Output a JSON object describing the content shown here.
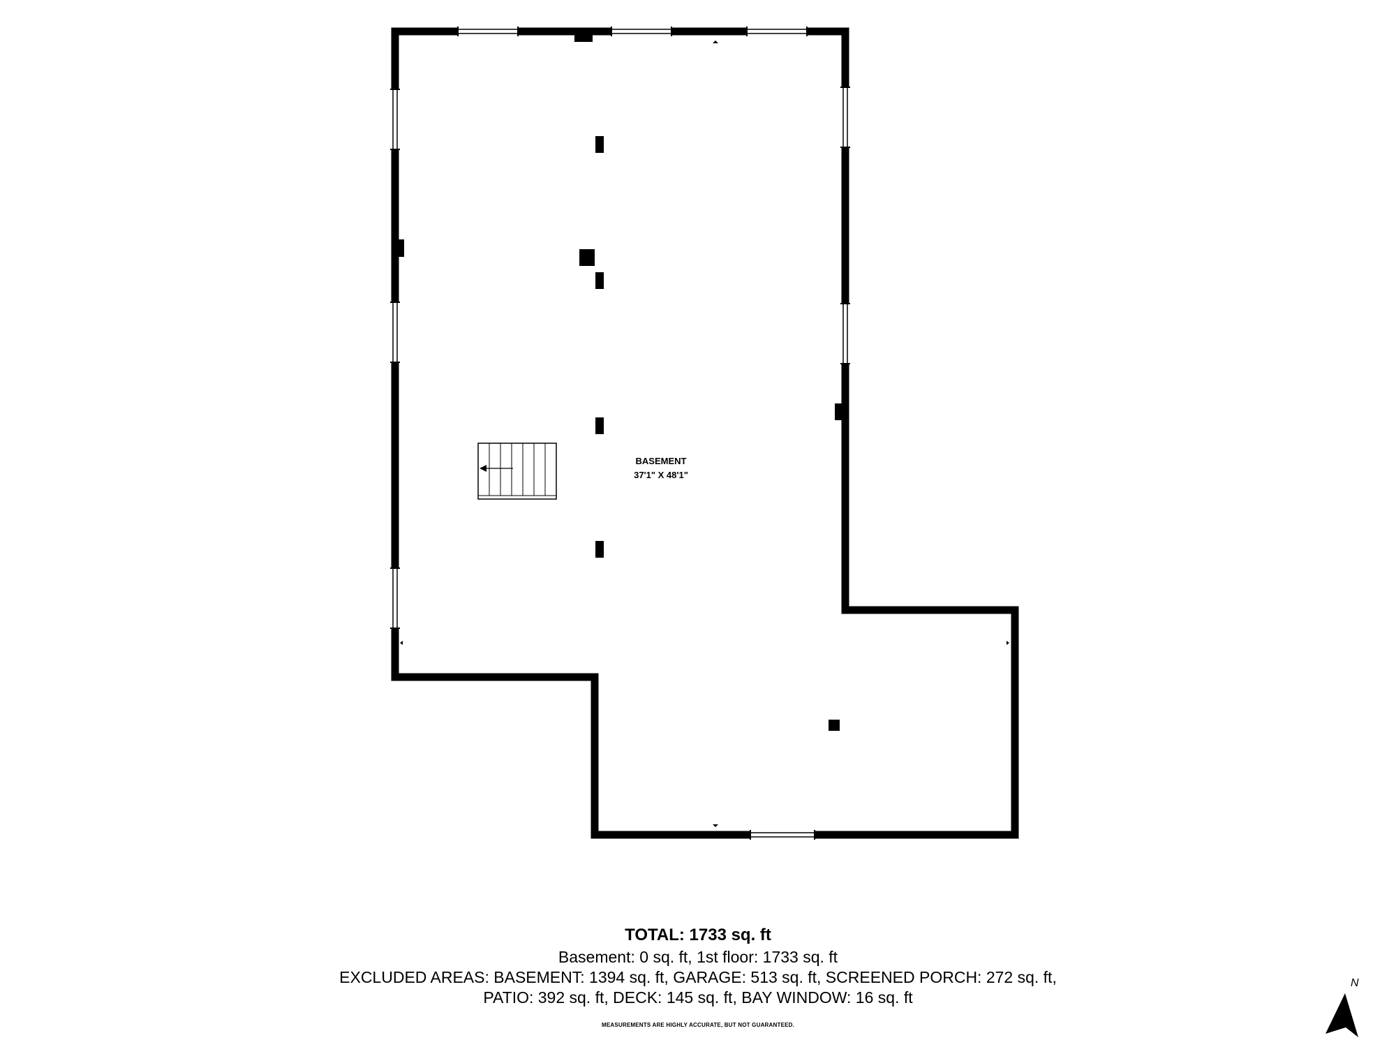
{
  "plan": {
    "room": {
      "name": "BASEMENT",
      "dimensions": "37'1\" X 48'1\""
    },
    "icons": [
      "staircase-icon",
      "north-arrow-icon"
    ]
  },
  "summary": {
    "total": "TOTAL: 1733 sq. ft",
    "floors": "Basement: 0 sq. ft, 1st floor: 1733 sq. ft",
    "excluded_line1": "EXCLUDED AREAS: BASEMENT: 1394 sq. ft, GARAGE: 513 sq. ft, SCREENED PORCH: 272 sq. ft,",
    "excluded_line2": "PATIO: 392 sq. ft, DECK: 145 sq. ft, BAY WINDOW: 16 sq. ft",
    "disclaimer": "MEASUREMENTS ARE HIGHLY ACCURATE, BUT NOT GUARANTEED.",
    "north_label": "N"
  }
}
